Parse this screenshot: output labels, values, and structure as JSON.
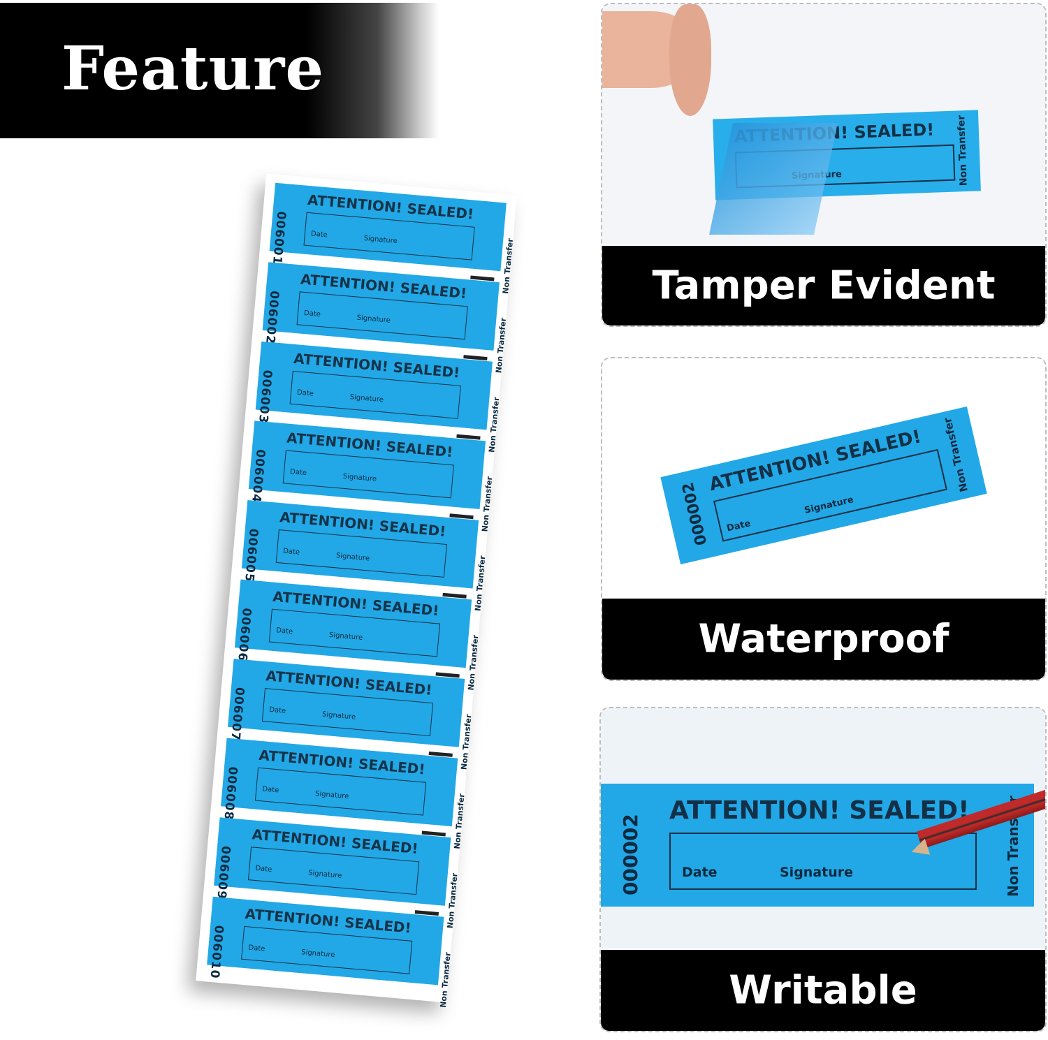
{
  "banner": {
    "title": "Feature"
  },
  "roll": {
    "seals": [
      {
        "number": "006001"
      },
      {
        "number": "006002"
      },
      {
        "number": "006003"
      },
      {
        "number": "006004"
      },
      {
        "number": "006005"
      },
      {
        "number": "006006"
      },
      {
        "number": "006007"
      },
      {
        "number": "006008"
      },
      {
        "number": "006009"
      },
      {
        "number": "006010"
      }
    ]
  },
  "seal_text": {
    "attention": "ATTENTION! SEALED!",
    "date": "Date",
    "signature": "Signature",
    "non_transfer": "Non Transfer"
  },
  "features": [
    {
      "label": "Tamper Evident",
      "sticker_number": ""
    },
    {
      "label": "Waterproof",
      "sticker_number": "000002"
    },
    {
      "label": "Writable",
      "sticker_number": "000002"
    }
  ],
  "colors": {
    "seal_blue": "#22a8e6",
    "label_bar": "#000000",
    "banner": "#000000"
  }
}
